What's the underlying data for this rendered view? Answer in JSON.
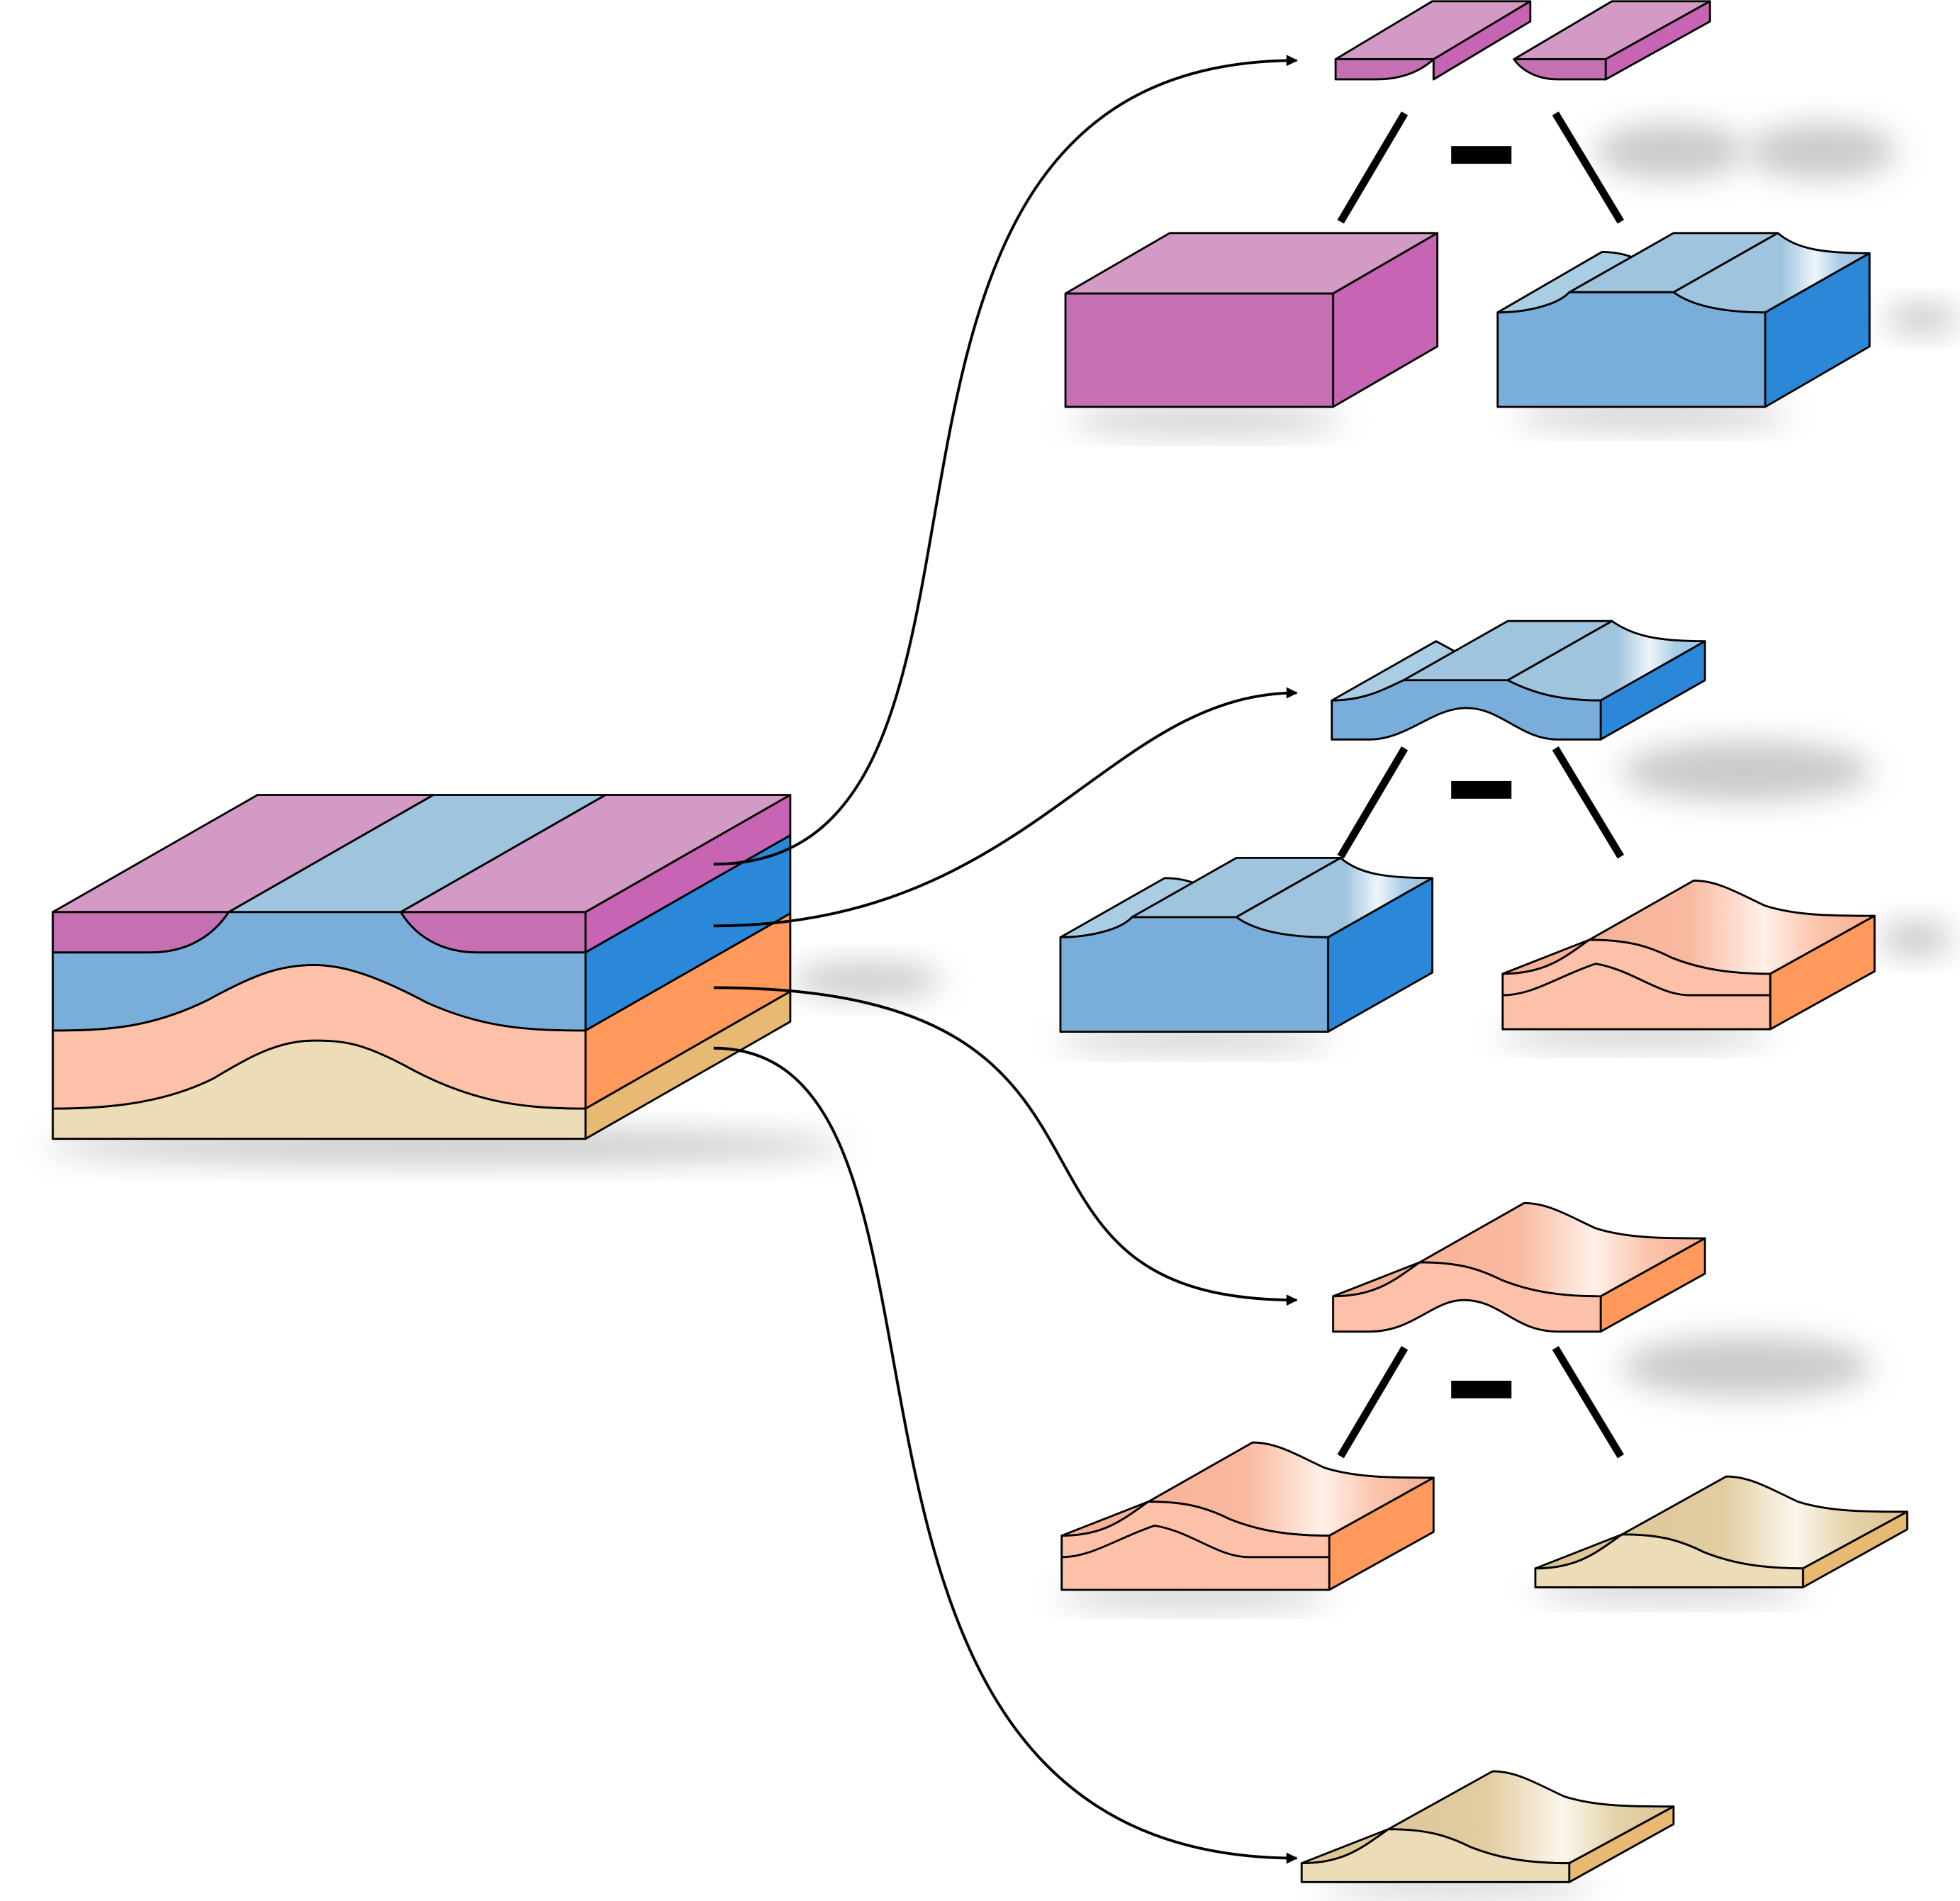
{
  "diagram": {
    "title": "",
    "operator_symbol": "−",
    "colors": {
      "magenta_top": "#D49AC6",
      "magenta_front": "#C470B2",
      "magenta_side": "#C764B3",
      "blue_top": "#9FC4DD",
      "blue_front": "#79AEDB",
      "blue_side": "#2B88D8",
      "salmon_top": "#F7AE93",
      "salmon_front": "#FDC0A9",
      "salmon_side": "#FF9A5C",
      "tan_top": "#DCC494",
      "tan_front": "#ECDDB8",
      "tan_side": "#E7B972",
      "arrow": "#000000",
      "shadow": "#B8B8B8"
    },
    "source_block": {
      "layers": [
        "magenta",
        "blue",
        "salmon",
        "tan"
      ]
    },
    "rows": [
      {
        "result": "magenta-slab-pair",
        "minuend": "magenta-block",
        "subtrahend": "blue-block"
      },
      {
        "result": "blue-slab",
        "minuend": "blue-block",
        "subtrahend": "salmon-block"
      },
      {
        "result": "salmon-slab",
        "minuend": "salmon-block",
        "subtrahend": "tan-block"
      },
      {
        "result": "tan-slab"
      }
    ]
  }
}
